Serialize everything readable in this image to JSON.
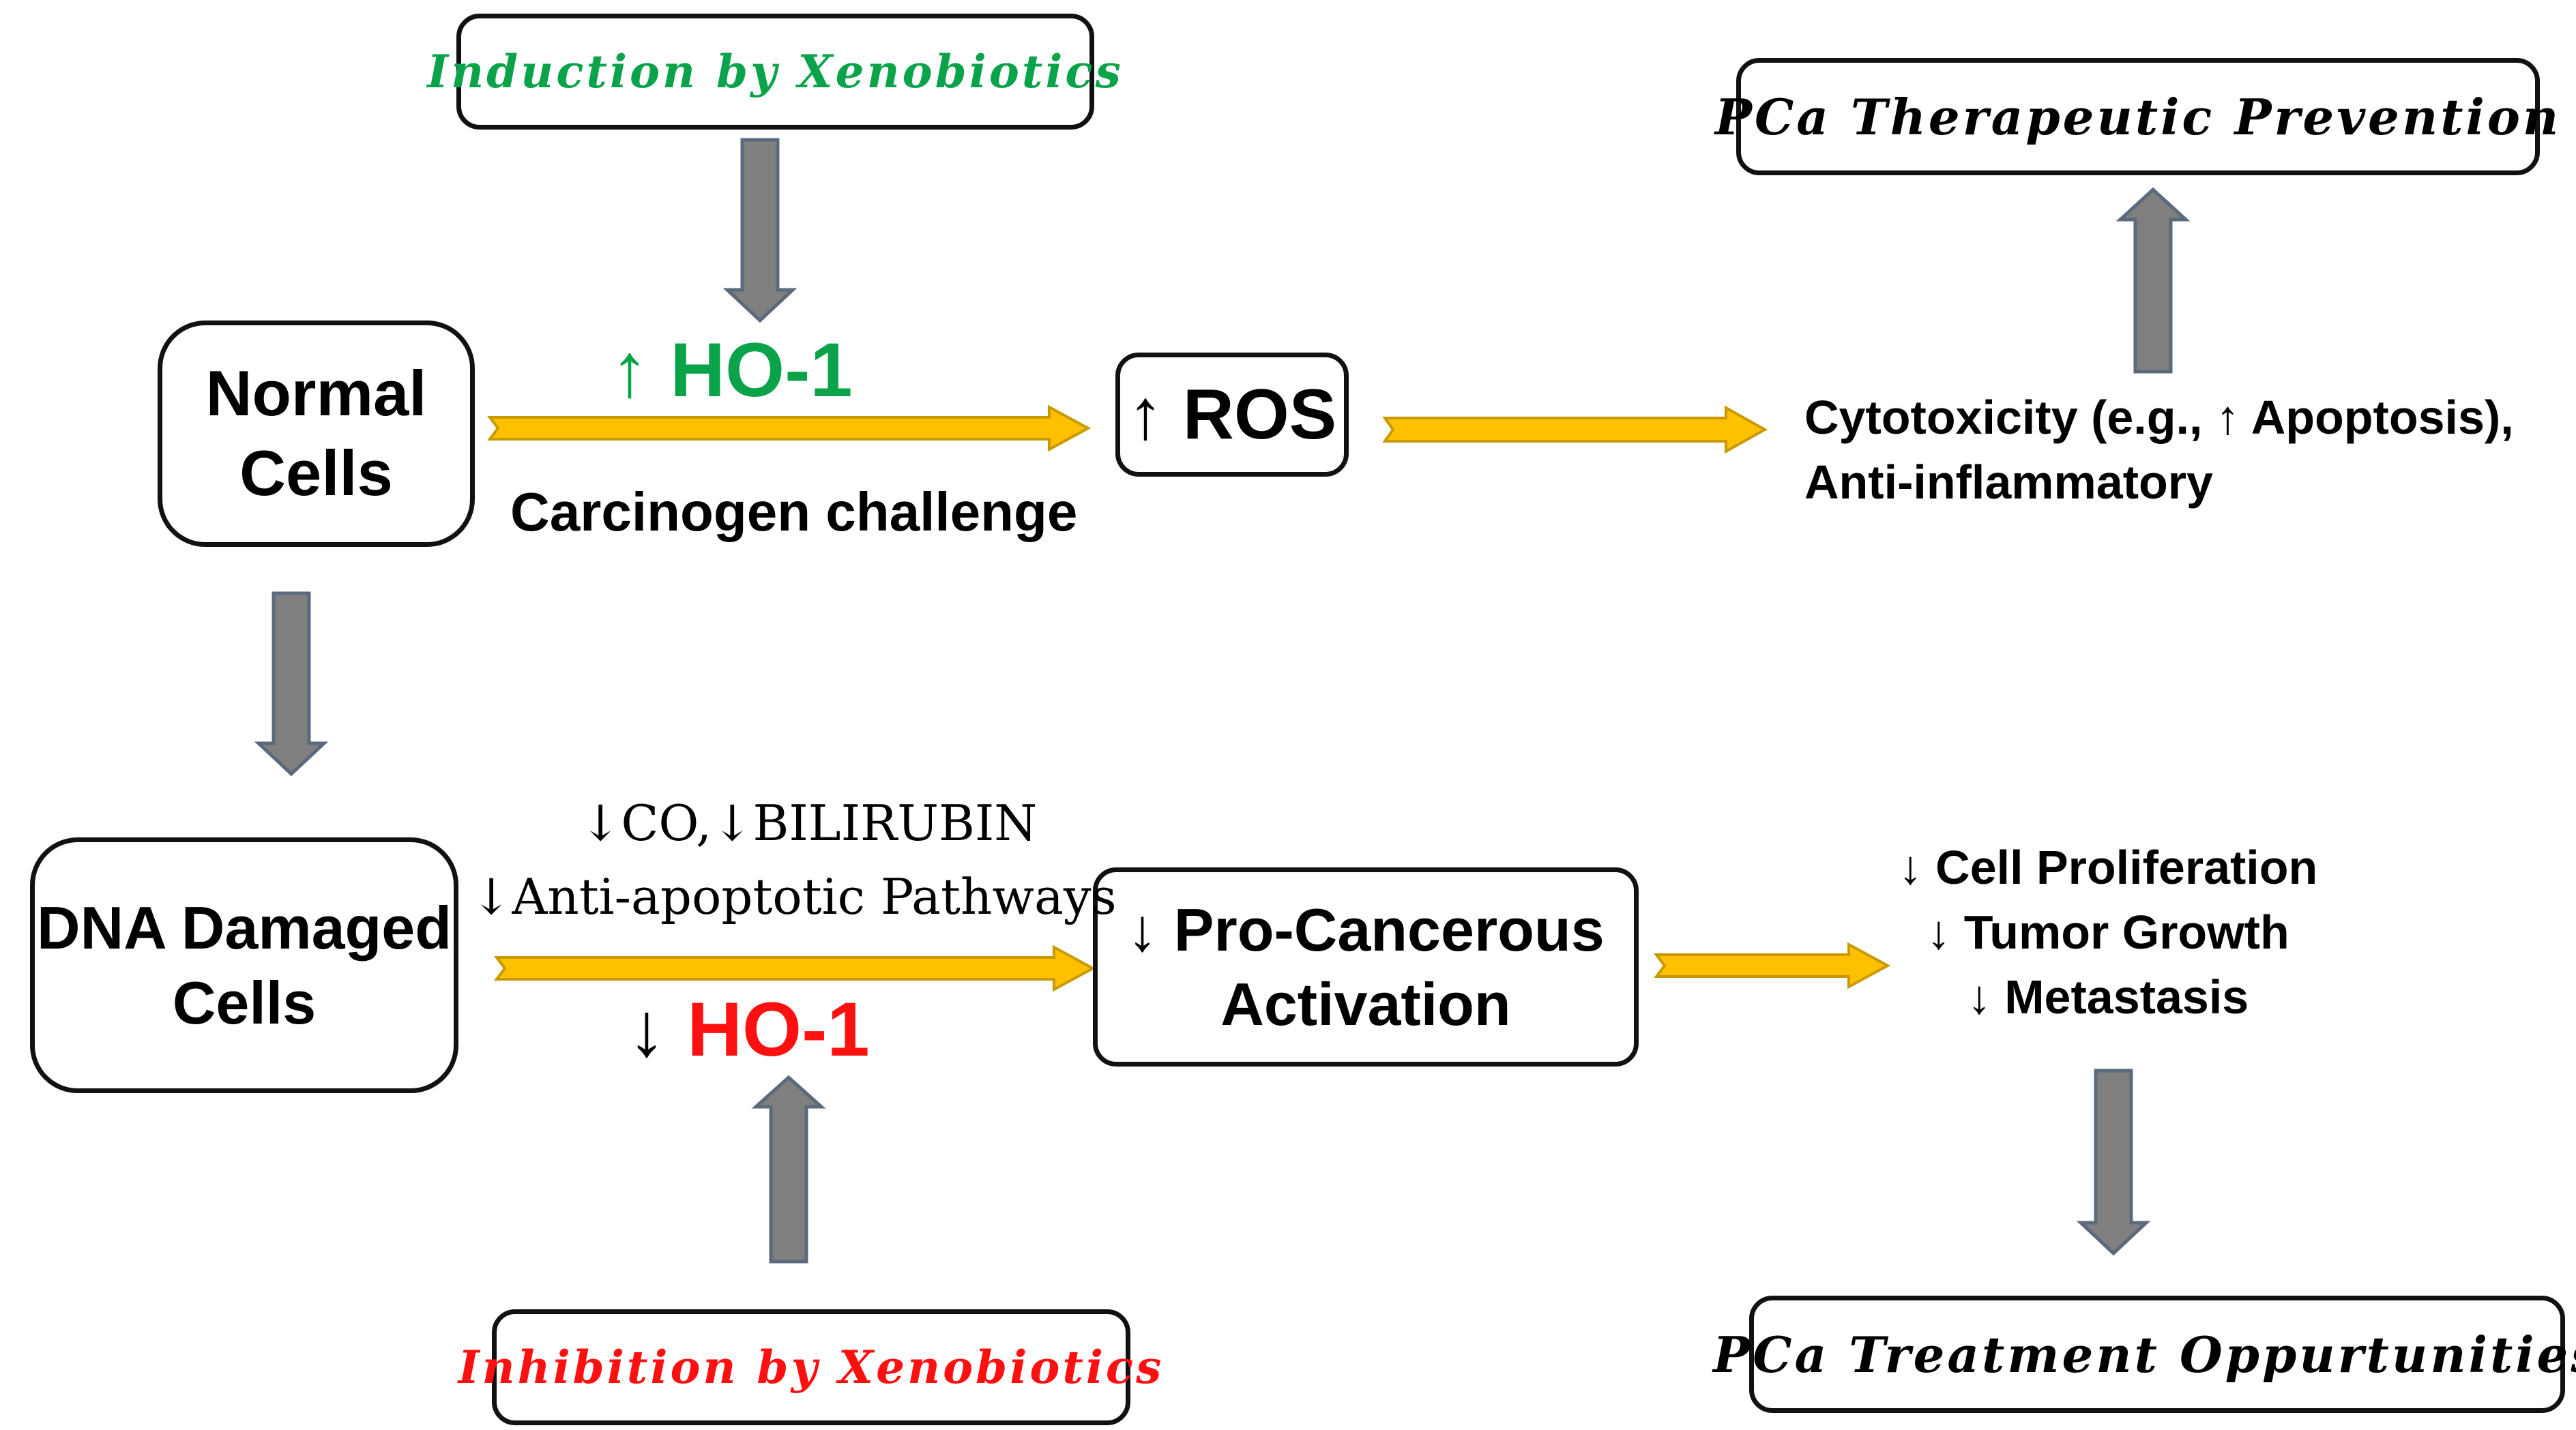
{
  "colors": {
    "up_green": "#0aa34a",
    "down_red": "#ff1010",
    "yellow_arrow": "#ffc000",
    "yellow_outline": "#c99a00",
    "gray_arrow": "#7f7f7f",
    "gray_outline": "#5a6a7c"
  },
  "boxes": {
    "induction": "Induction by Xenobiotics",
    "inhibition": "Inhibition by Xenobiotics",
    "therapeutic_prevention": "PCa Therapeutic Prevention",
    "treatment_opportunities": "PCa Treatment Oppurtunities",
    "normal_cells": [
      "Normal",
      "Cells"
    ],
    "dna_damaged_cells": [
      "DNA Damaged",
      "Cells"
    ],
    "ros": "↑ ROS",
    "pro_cancerous": [
      "↓ Pro-Cancerous",
      "Activation"
    ]
  },
  "labels": {
    "ho1_up": "↑ HO-1",
    "ho1_down_arrow": "↓",
    "ho1_down_text": "HO-1",
    "carcinogen": "Carcinogen challenge",
    "co_bilirubin": "↓CO,↓BILIRUBIN",
    "anti_apoptotic": "↓Anti-apoptotic Pathways",
    "cytotoxicity": [
      "Cytotoxicity (e.g., ↑ Apoptosis),",
      "Anti-inflammatory"
    ],
    "outcomes": [
      "↓ Cell Proliferation",
      "↓ Tumor Growth",
      "↓ Metastasis"
    ]
  },
  "arrows": [
    {
      "name": "induction-arrow",
      "color": "gray",
      "direction": "down"
    },
    {
      "name": "normal-to-dna-arrow",
      "color": "gray",
      "direction": "down"
    },
    {
      "name": "inhibition-arrow",
      "color": "gray",
      "direction": "up"
    },
    {
      "name": "prevention-arrow",
      "color": "gray",
      "direction": "up"
    },
    {
      "name": "treatment-arrow",
      "color": "gray",
      "direction": "down"
    },
    {
      "name": "normal-to-ros-arrow",
      "color": "yellow",
      "direction": "right"
    },
    {
      "name": "ros-to-cytotoxicity-arrow",
      "color": "yellow",
      "direction": "right"
    },
    {
      "name": "dna-to-procancerous-arrow",
      "color": "yellow",
      "direction": "right"
    },
    {
      "name": "procancerous-to-outcomes-arrow",
      "color": "yellow",
      "direction": "right"
    }
  ]
}
